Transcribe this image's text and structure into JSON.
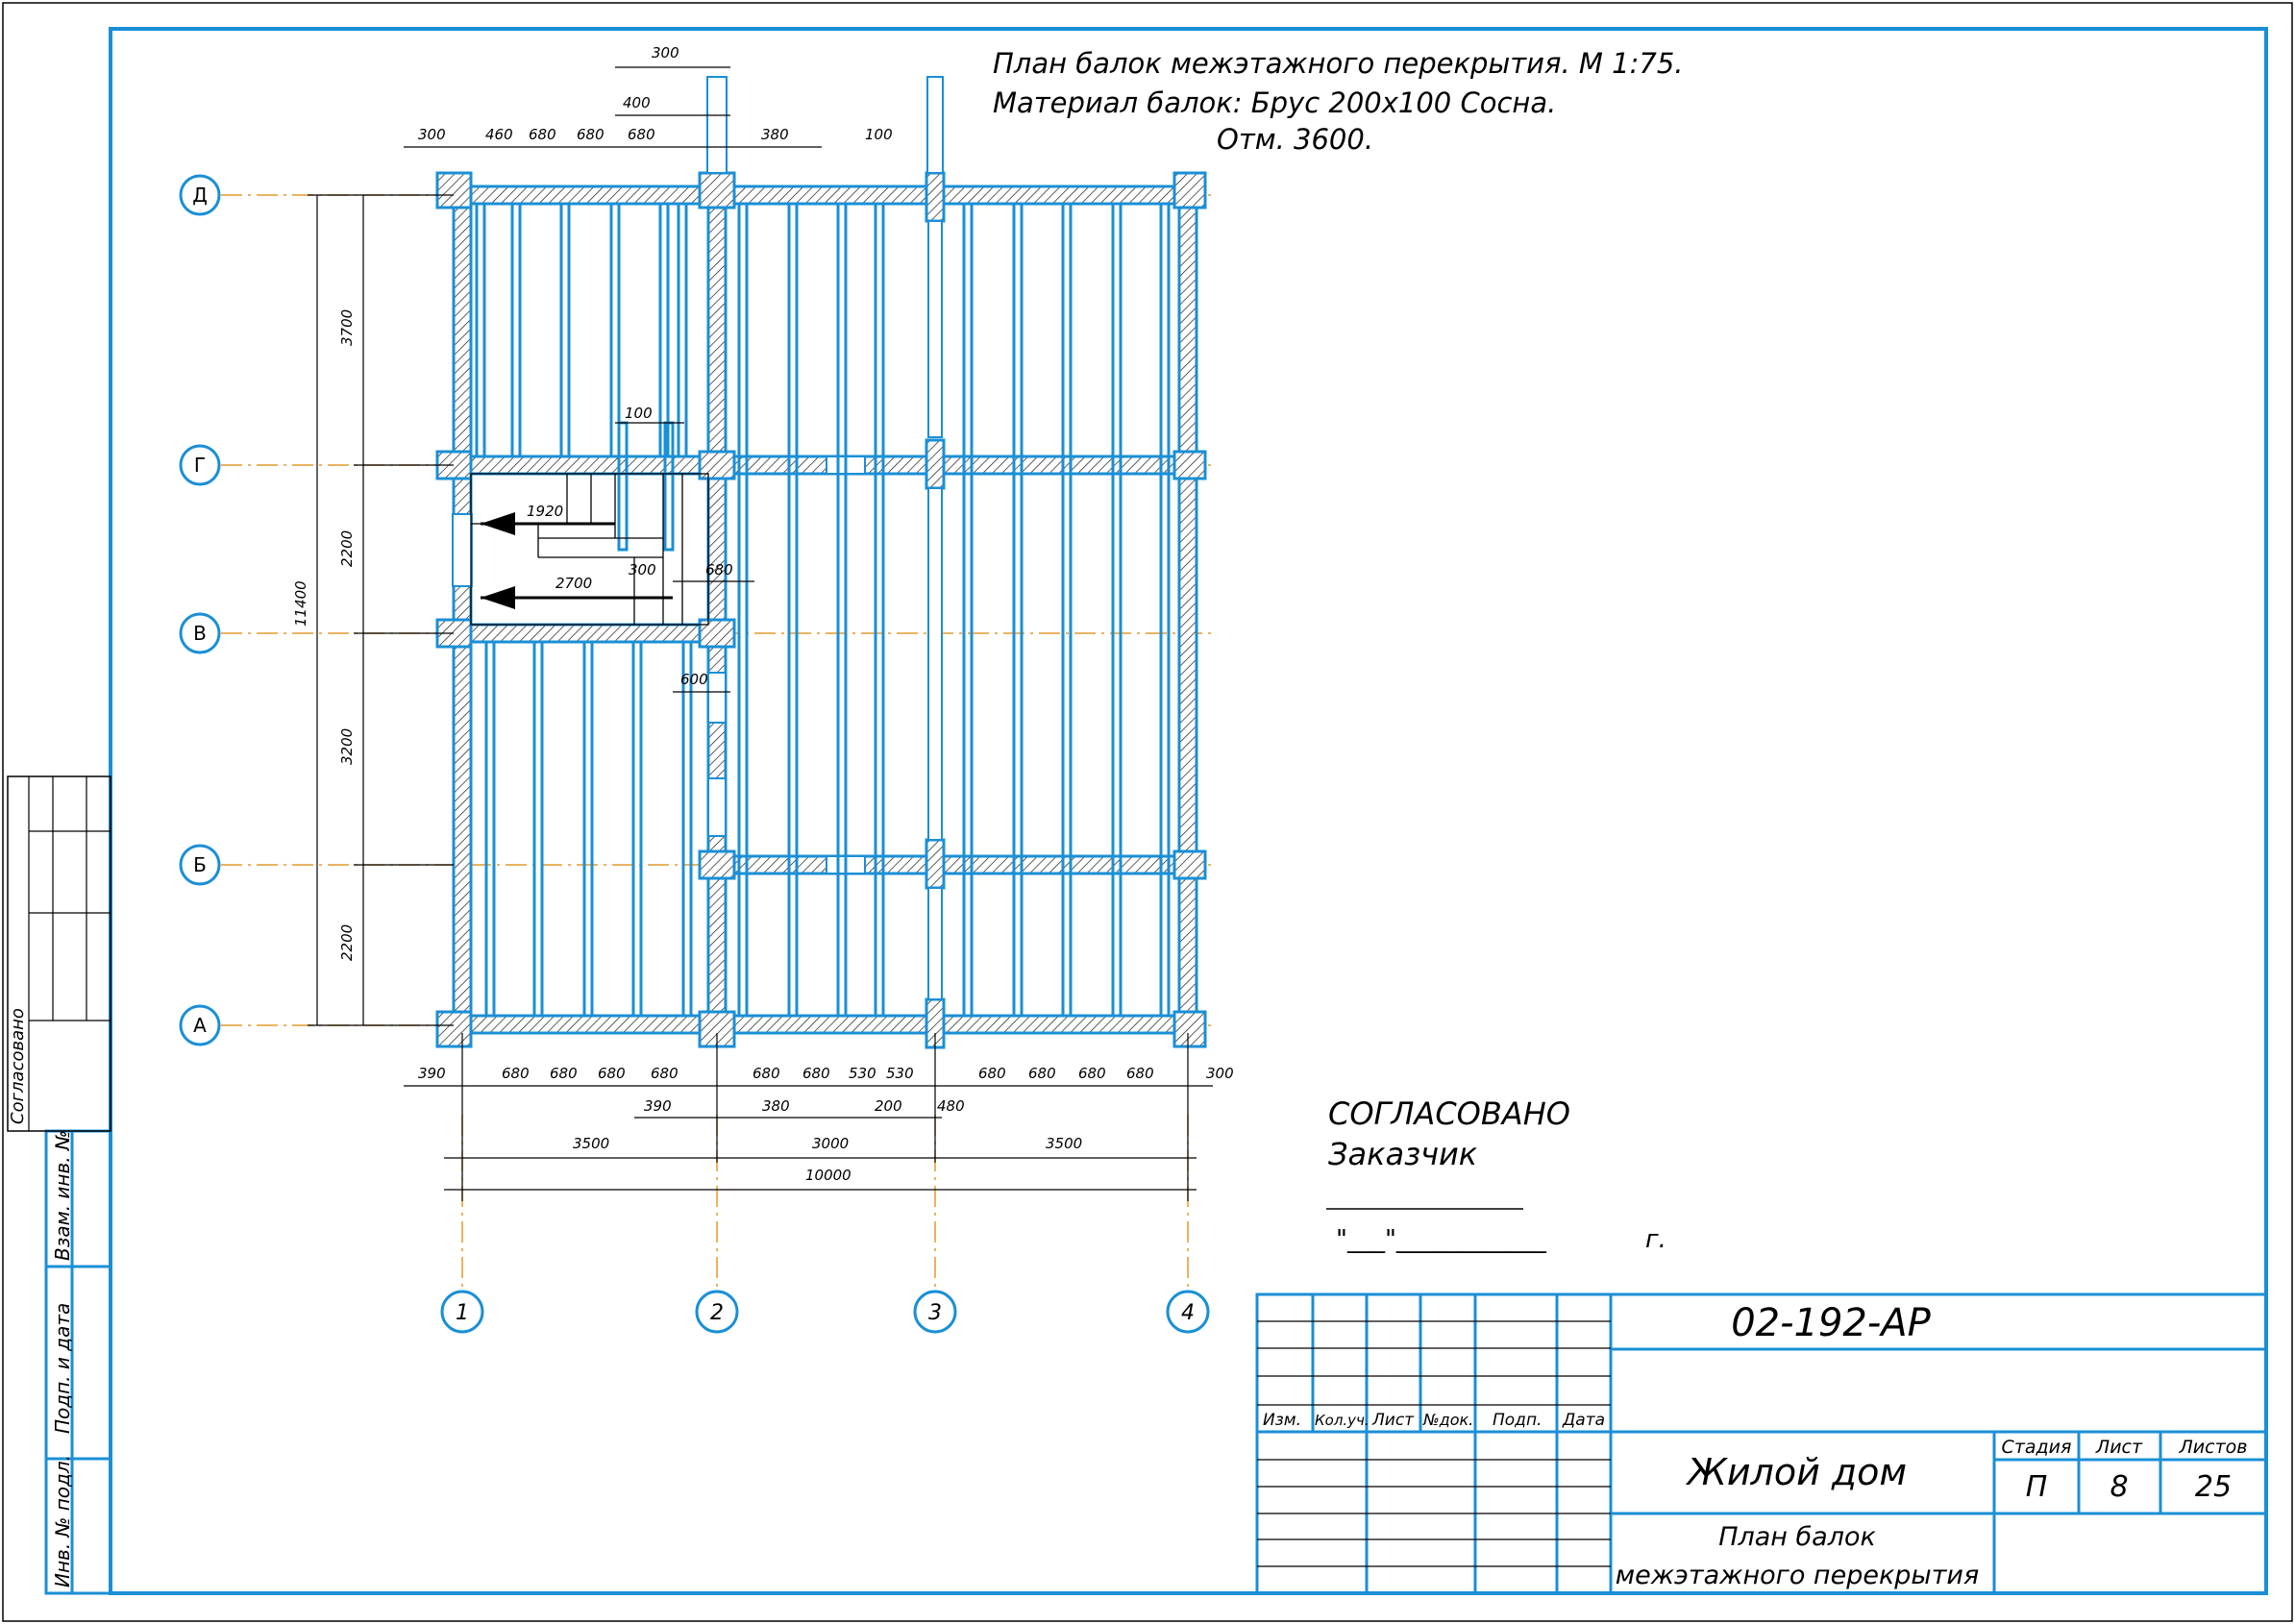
{
  "title": {
    "line1": "План балок межэтажного перекрытия. М 1:75.",
    "line2": "Материал балок: Брус 200х100 Сосна.",
    "line3": "Отм. 3600."
  },
  "approval": {
    "title": "СОГЛАСОВАНО",
    "role": "Заказчик",
    "date_line": "\"___\"____________",
    "year_suffix": "г."
  },
  "side_stamp": {
    "agreed": "Согласовано",
    "replace_inv": "Взам. инв. №",
    "sign_date": "Подп. и дата",
    "inv_orig": "Инв. № подл."
  },
  "title_block": {
    "code": "02-192-АР",
    "object_name": "Жилой дом",
    "sheet_name_1": "План балок",
    "sheet_name_2": "межэтажного перекрытия",
    "headers": [
      "Изм.",
      "Кол.уч.",
      "Лист",
      "№док.",
      "Подп.",
      "Дата"
    ],
    "stage_label": "Стадия",
    "sheet_label": "Лист",
    "sheets_label": "Листов",
    "stage": "П",
    "sheet": "8",
    "sheets": "25"
  },
  "axes": {
    "letters": [
      "Д",
      "Г",
      "В",
      "Б",
      "А"
    ],
    "numbers": [
      "1",
      "2",
      "3",
      "4"
    ]
  },
  "dims": {
    "top_row": [
      "300",
      "460",
      "680",
      "680",
      "680",
      "380",
      "100"
    ],
    "top_upper": [
      "300",
      "400"
    ],
    "left_vertical": [
      "3700",
      "2200",
      "3200",
      "2200"
    ],
    "left_total": "11400",
    "stair": [
      "100",
      "1920",
      "2700",
      "300",
      "680",
      "600"
    ],
    "bottom_row": [
      "390",
      "680",
      "680",
      "680",
      "680",
      "680",
      "680",
      "530",
      "530",
      "680",
      "680",
      "680",
      "680",
      "300"
    ],
    "bottom_row2": [
      "390",
      "380",
      "200",
      "480"
    ],
    "bottom_axes": [
      "3500",
      "3000",
      "3500"
    ],
    "bottom_total": "10000"
  }
}
